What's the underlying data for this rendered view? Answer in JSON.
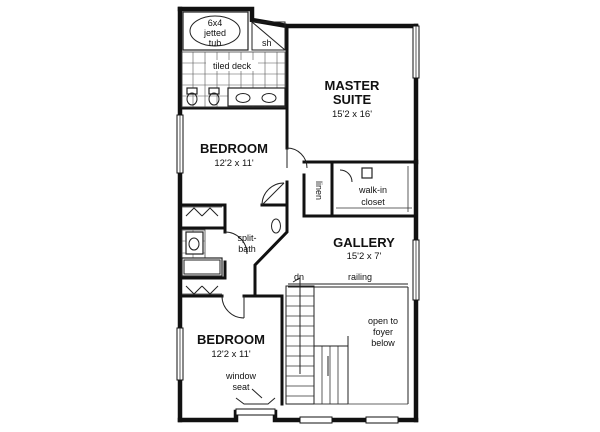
{
  "rooms": {
    "master": {
      "name_line1": "MASTER",
      "name_line2": "SUITE",
      "dims": "15'2 x 16'"
    },
    "bedroom_upper": {
      "name": "BEDROOM",
      "dims": "12'2 x 11'"
    },
    "bedroom_lower": {
      "name": "BEDROOM",
      "dims": "12'2 x 11'"
    },
    "gallery": {
      "name": "GALLERY",
      "dims": "15'2 x 7'"
    }
  },
  "labels": {
    "tub_line1": "6x4",
    "tub_line2": "jetted",
    "tub_line3": "tub",
    "shower": "sh",
    "tiled_deck": "tiled deck",
    "walkin_line1": "walk-in",
    "walkin_line2": "closet",
    "linen": "linen",
    "split_line1": "split-",
    "split_line2": "bath",
    "dn": "dn",
    "railing": "railing",
    "open_line1": "open to",
    "open_line2": "foyer",
    "open_line3": "below",
    "window_line1": "window",
    "window_line2": "seat"
  }
}
